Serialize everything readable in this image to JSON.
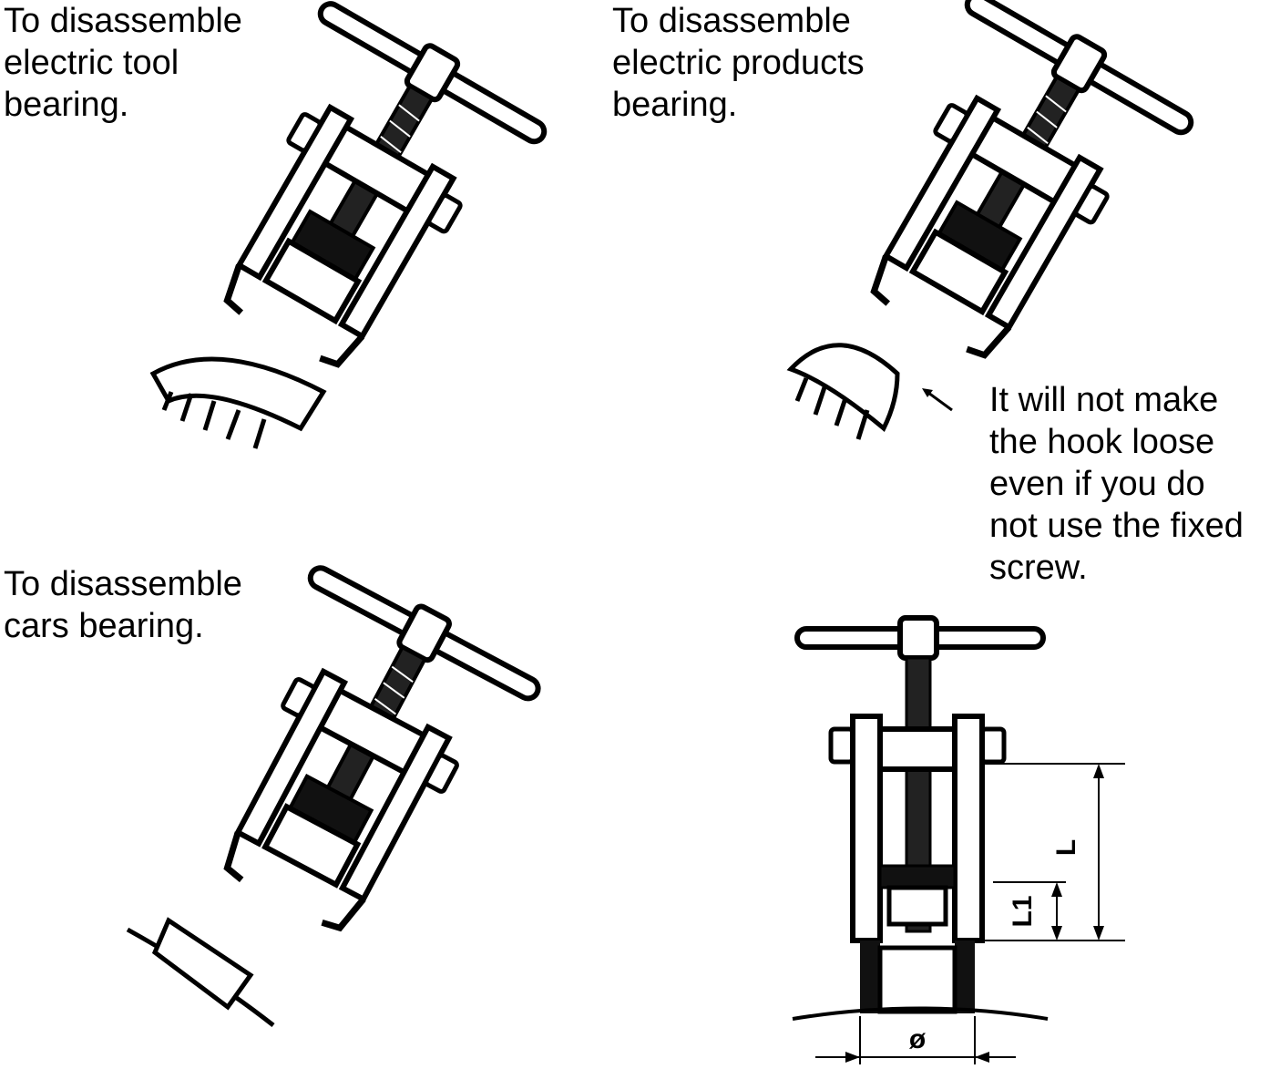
{
  "captions": {
    "top_left": "To disassemble\nelectric tool\nbearing.",
    "top_right": "To disassemble\nelectric products\nbearing.",
    "bottom_left": "To disassemble\ncars bearing.",
    "note": "It will not make\nthe hook loose\neven if you do\nnot use the fixed\nscrew."
  },
  "dimensions": {
    "length": "L",
    "length_1": "L1",
    "diameter": "ø"
  },
  "colors": {
    "ink": "#000000",
    "paper": "#ffffff"
  }
}
